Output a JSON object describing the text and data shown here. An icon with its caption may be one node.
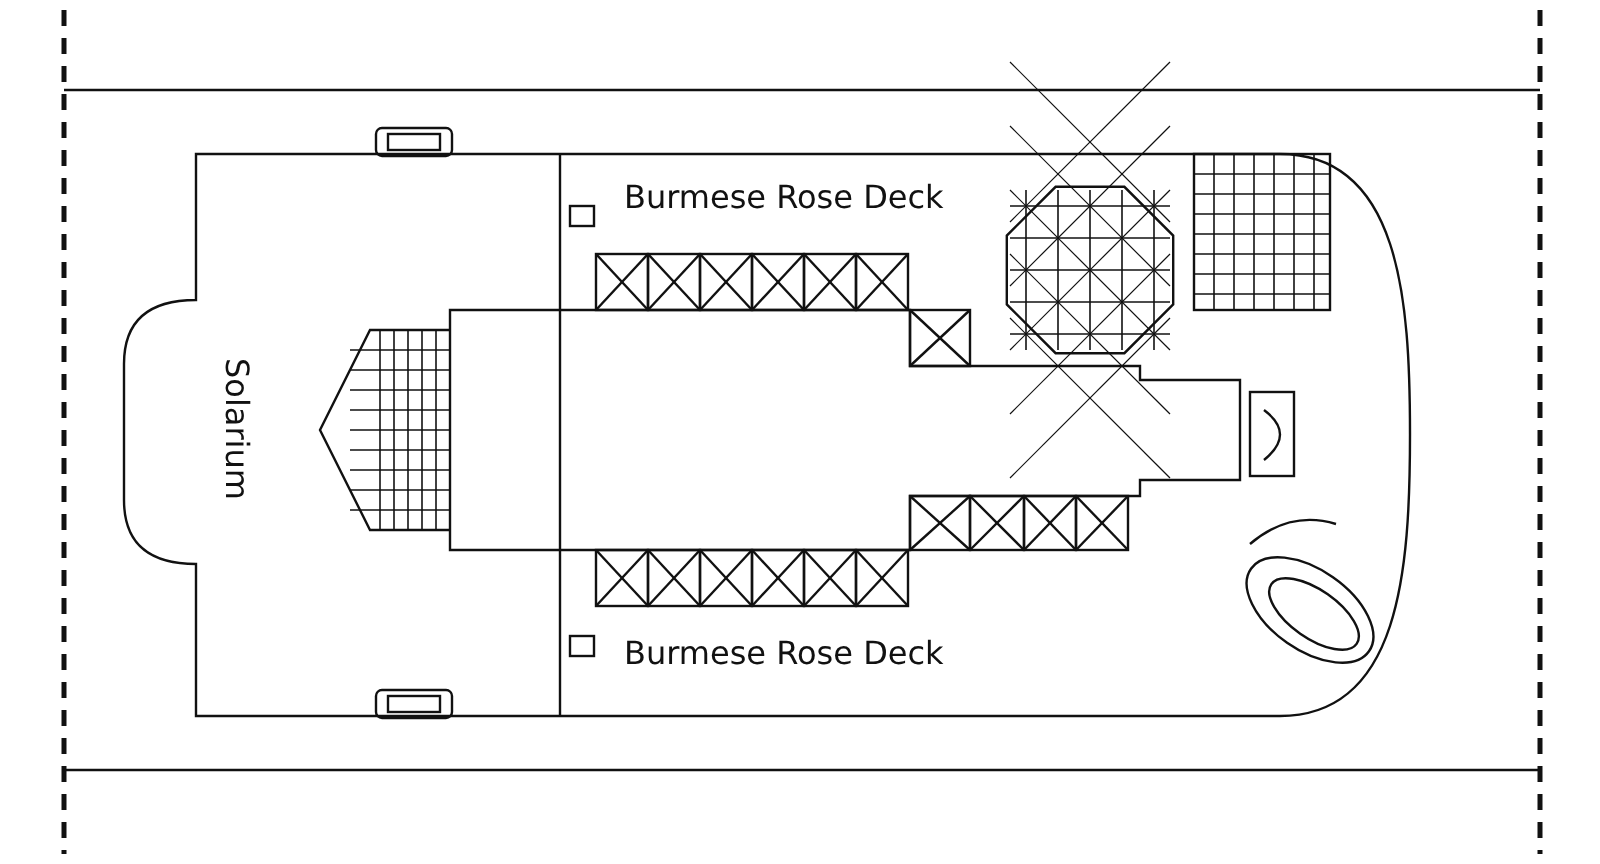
{
  "diagram": {
    "labels": [
      "Burmese Rose Deck",
      "Burmese Rose Deck",
      "Solarium"
    ]
  }
}
